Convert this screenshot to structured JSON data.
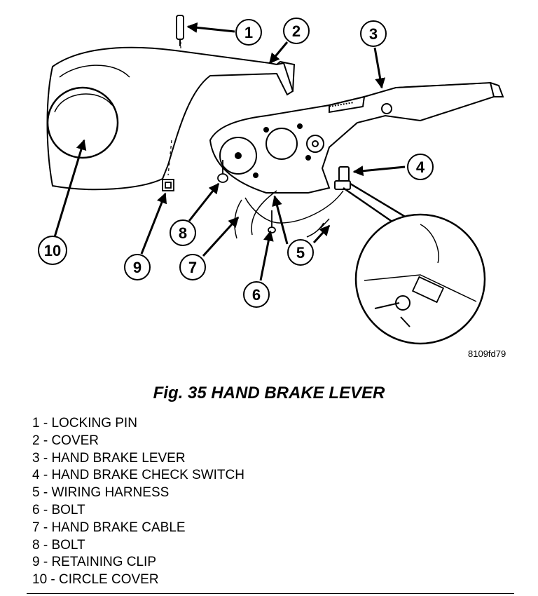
{
  "figure": {
    "code": "8109fd79",
    "callouts": [
      "1",
      "2",
      "3",
      "4",
      "5",
      "6",
      "7",
      "8",
      "9",
      "10"
    ]
  },
  "caption": "Fig. 35 HAND BRAKE LEVER",
  "legend": [
    "1 - LOCKING PIN",
    "2 - COVER",
    "3 - HAND BRAKE LEVER",
    "4 - HAND BRAKE CHECK SWITCH",
    "5 - WIRING HARNESS",
    "6 - BOLT",
    "7 - HAND BRAKE CABLE",
    "8 - BOLT",
    "9 - RETAINING CLIP",
    "10 - CIRCLE COVER"
  ]
}
